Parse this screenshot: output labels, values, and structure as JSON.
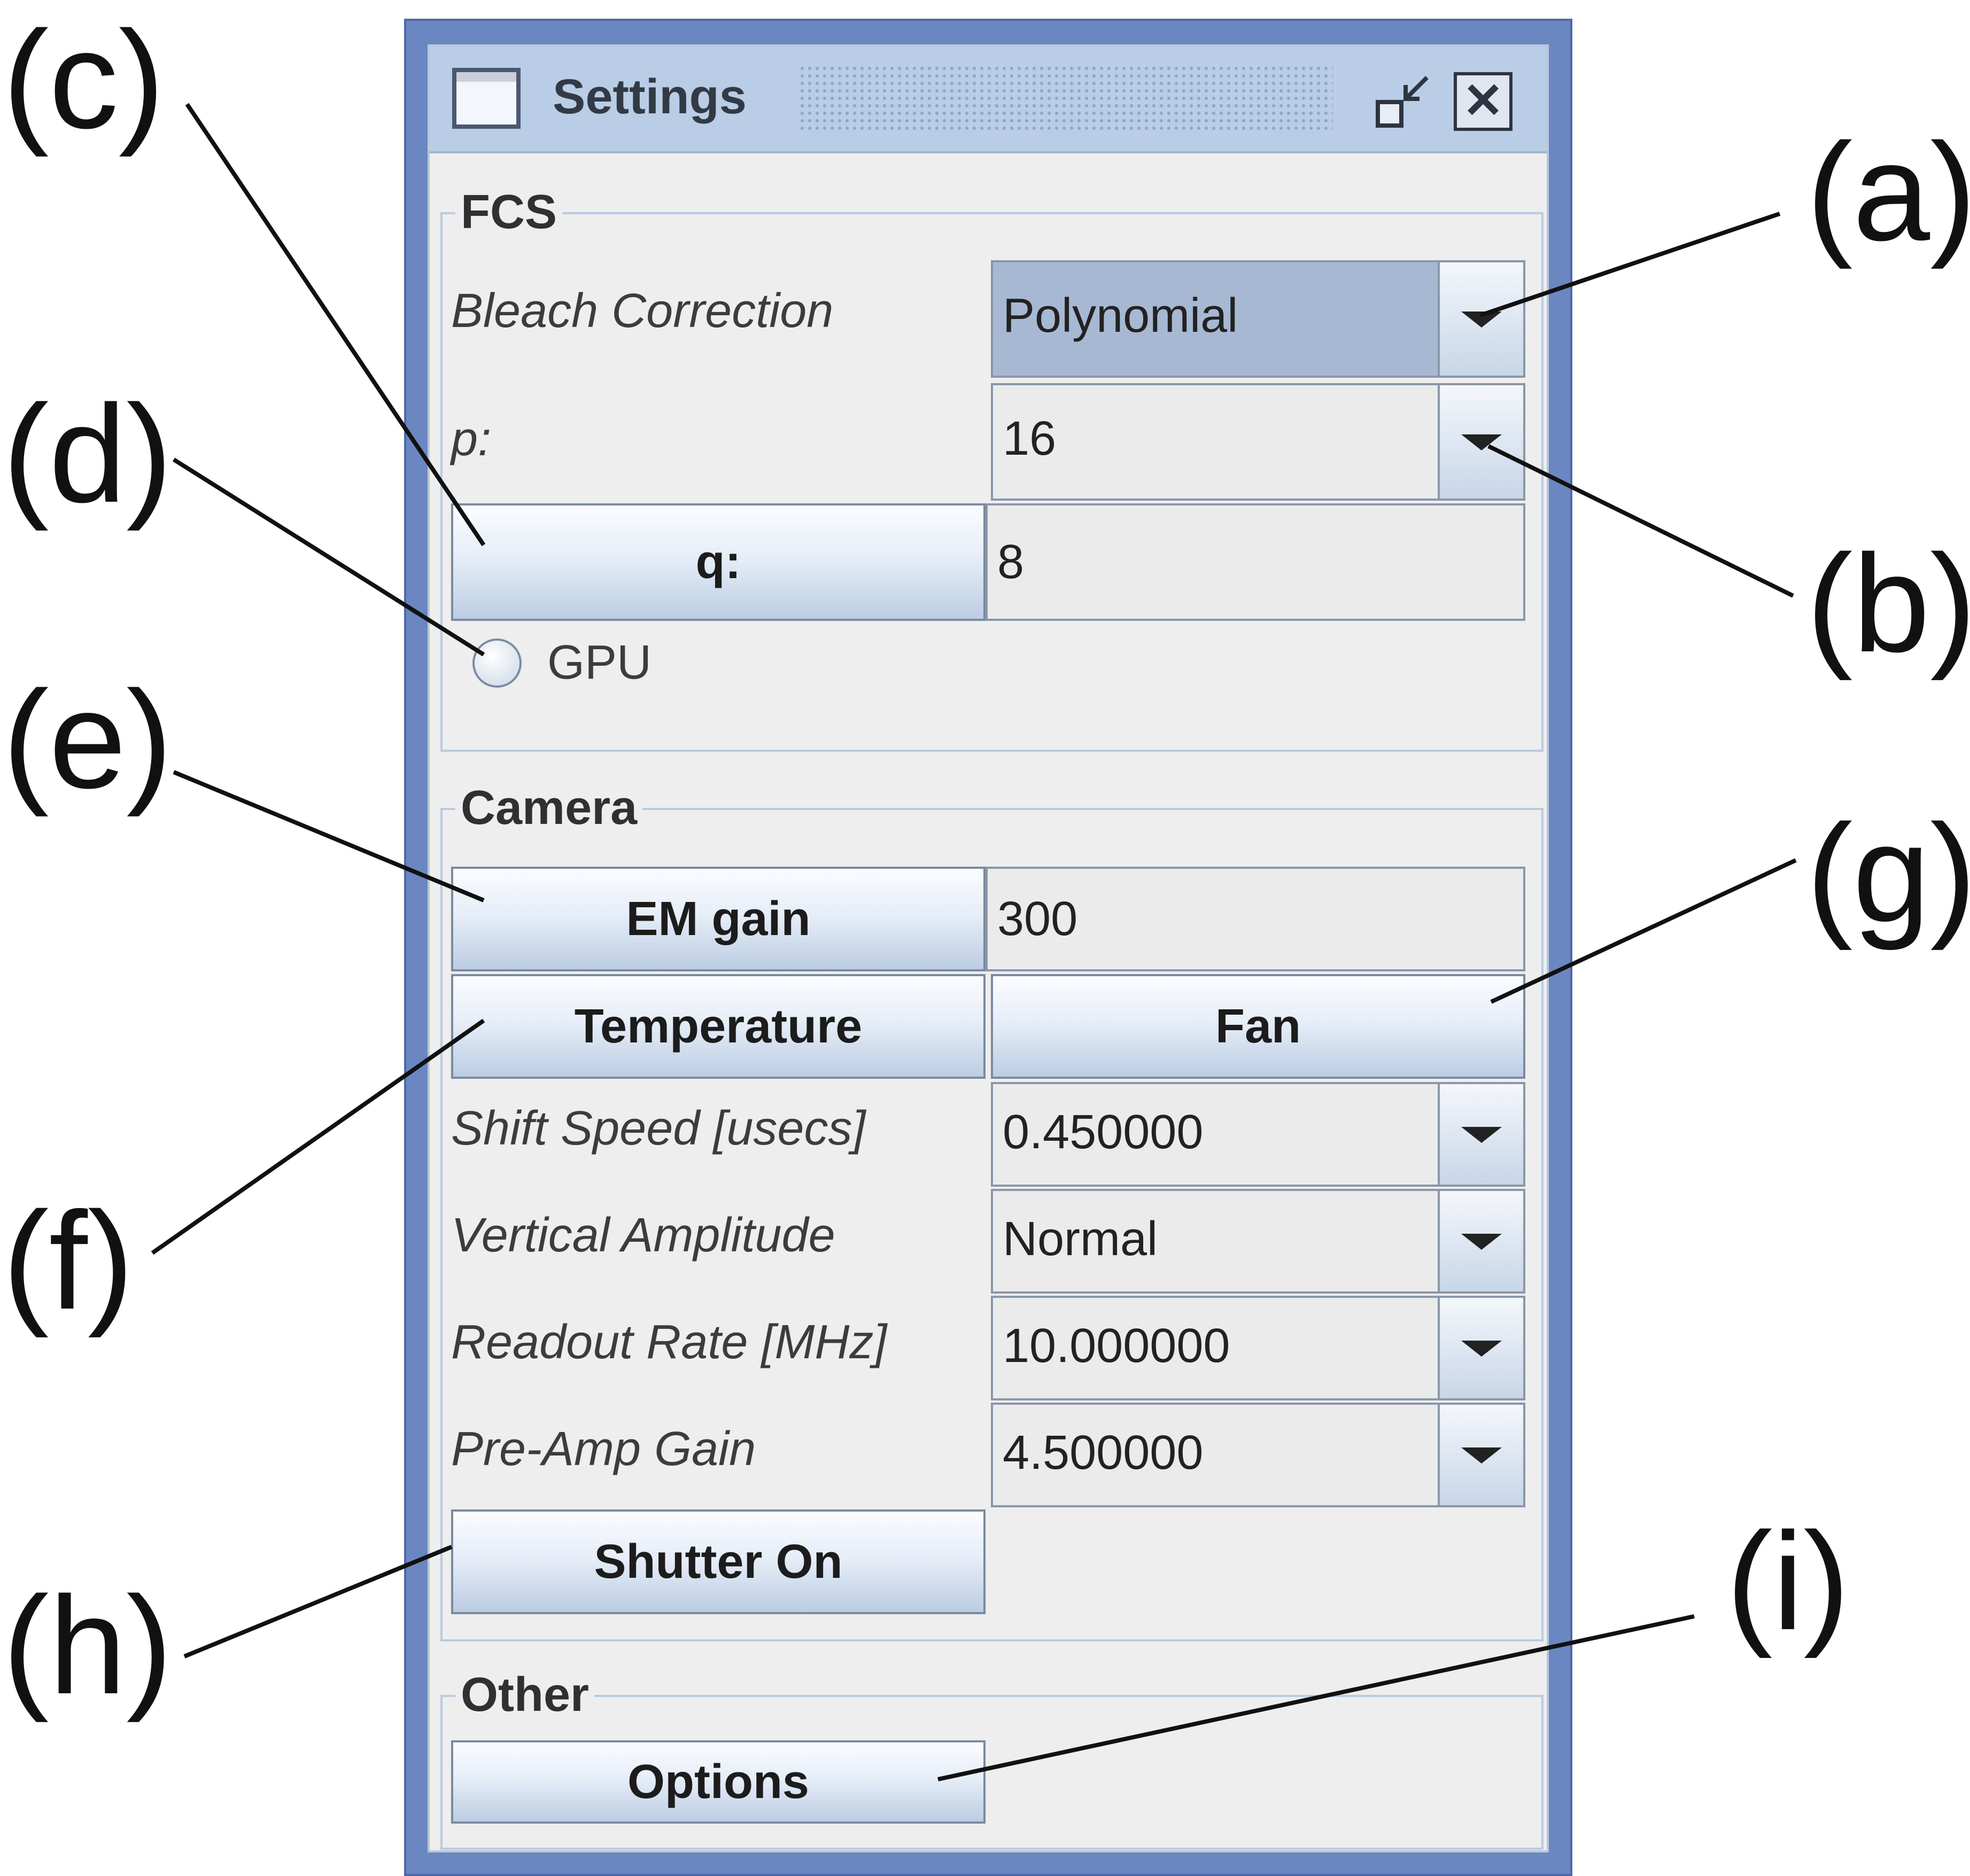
{
  "window": {
    "title": "Settings"
  },
  "fcs": {
    "group_title": "FCS",
    "bleach_label": "Bleach Correction",
    "bleach_value": "Polynomial",
    "p_label": "p:",
    "p_value": "16",
    "q_button": "q:",
    "q_value": "8",
    "gpu_label": "GPU",
    "gpu_checked": false
  },
  "camera": {
    "group_title": "Camera",
    "em_gain_button": "EM gain",
    "em_gain_value": "300",
    "temperature_button": "Temperature",
    "fan_button": "Fan",
    "shift_speed_label": "Shift Speed [usecs]",
    "shift_speed_value": "0.450000",
    "vertical_amplitude_label": "Vertical Amplitude",
    "vertical_amplitude_value": "Normal",
    "readout_rate_label": "Readout Rate [MHz]",
    "readout_rate_value": "10.000000",
    "preamp_gain_label": "Pre-Amp Gain",
    "preamp_gain_value": "4.500000",
    "shutter_button": "Shutter On"
  },
  "other": {
    "group_title": "Other",
    "options_button": "Options"
  },
  "callouts": {
    "a": "(a)",
    "b": "(b)",
    "c": "(c)",
    "d": "(d)",
    "e": "(e)",
    "f": "(f)",
    "g": "(g)",
    "h": "(h)",
    "i": "(i)"
  },
  "icons": [
    "window-icon",
    "restore-icon",
    "close-icon",
    "dropdown-arrow-icon"
  ]
}
